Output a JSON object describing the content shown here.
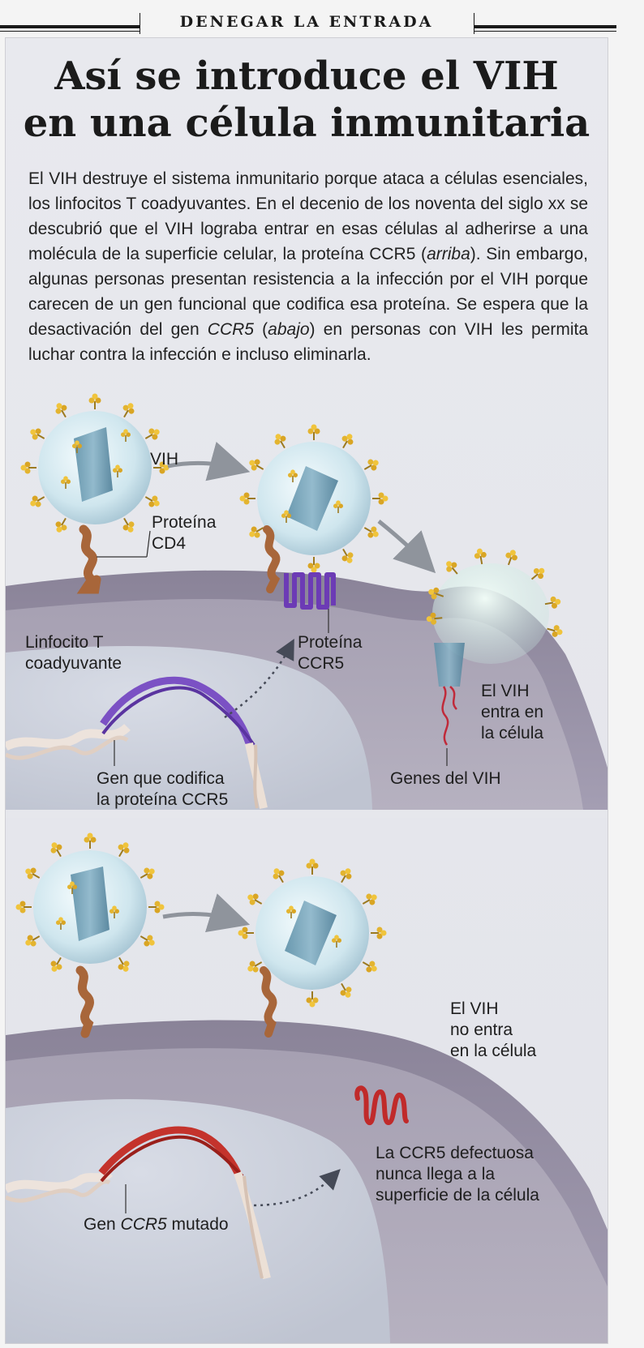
{
  "kicker": "DENEGAR LA ENTRADA",
  "title": {
    "line1": "Así se introduce el VIH",
    "line2": "en una célula inmunitaria"
  },
  "intro": {
    "p1": "El VIH destruye el sistema inmunitario porque ataca a células esenciales, los linfocitos T coadyuvantes. En el decenio de los noventa del siglo xx se descubrió que el VIH lograba entrar en esas células al adherirse a una molécula de la superficie celular, la proteína CCR5 (",
    "i1": "arriba",
    "p2": "). Sin embargo, algunas personas presentan resistencia a la infección por el VIH porque carecen de un gen funcional que codifica esa proteína. Se espera que la desactivación del gen ",
    "i2": "CCR5",
    "p3": " (",
    "i3": "abajo",
    "p4": ") en personas con VIH les permita luchar contra la infección e incluso eliminarla."
  },
  "top_panel": {
    "vih": "VIH",
    "cd4": [
      "Proteína",
      "CD4"
    ],
    "linfocito": [
      "Linfocito T",
      "coadyuvante"
    ],
    "ccr5": [
      "Proteína",
      "CCR5"
    ],
    "entra": [
      "El VIH",
      "entra en",
      "la célula"
    ],
    "gen": [
      "Gen que codifica",
      "la proteína CCR5"
    ],
    "genes_vih": "Genes del VIH"
  },
  "bottom_panel": {
    "no_entra": [
      "El VIH",
      "no entra",
      "en la célula"
    ],
    "defectuosa": [
      "La CCR5 defectuosa",
      "nunca llega a la",
      "superficie de la célula"
    ],
    "gen_mutado_pre": "Gen ",
    "gen_mutado_it": "CCR5",
    "gen_mutado_post": " mutado"
  }
}
